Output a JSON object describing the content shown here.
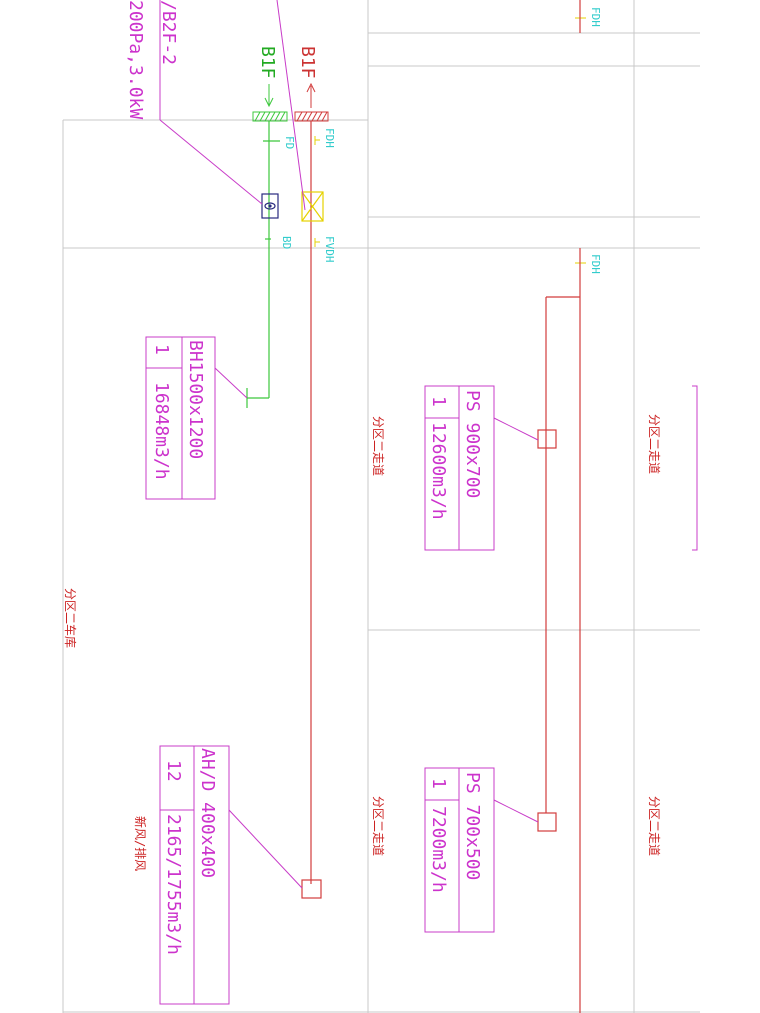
{
  "colors": {
    "grid": "#c8c8c8",
    "duct_red": "#d23c3c",
    "duct_green": "#3cc83c",
    "magenta": "#c83cc8",
    "cyan": "#33cccc",
    "yellow": "#e6d200",
    "navy": "#2a2a80"
  },
  "top_label": {
    "line1": "/B2F-2",
    "line2": "200Pa,3.0kW"
  },
  "floor_labels": {
    "b1f_supply": "B1F",
    "b1f_return": "B1F"
  },
  "valve_labels": {
    "fdh_1": "FDH",
    "fd": "FD",
    "fvdh": "FVDH",
    "bd": "BD",
    "fdh_right_top": "FDH",
    "fdh_right_mid": "FDH"
  },
  "equipment_boxes": [
    {
      "id": "bh",
      "top": "BH1500x1200",
      "qty": "1",
      "flow": "16848m3/h"
    },
    {
      "id": "ps1",
      "top": "PS 900x700",
      "qty": "1",
      "flow": "12600m3/h"
    },
    {
      "id": "ps2",
      "top": "PS 700x500",
      "qty": "1",
      "flow": "7200m3/h"
    },
    {
      "id": "ahd",
      "top": "AH/D 400x400",
      "qty": "12",
      "flow": "2165/1755m3/h"
    }
  ],
  "area_labels": {
    "garage": "分区二车库",
    "corridor_1": "分区二走道",
    "corridor_2": "分区二走道",
    "corridor_3": "分区二走道",
    "corridor_4": "分区二走道"
  },
  "note": "新风/排风"
}
